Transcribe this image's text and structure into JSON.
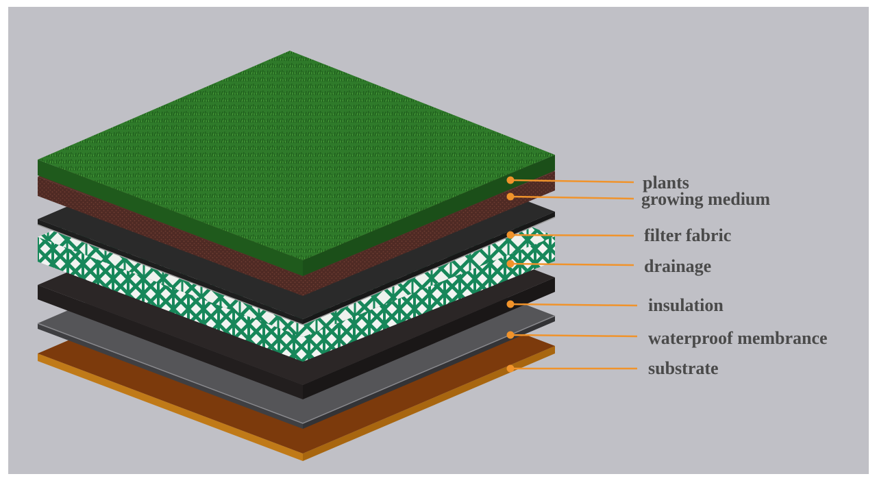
{
  "colors": {
    "background": "#c0c0c6",
    "leader_line": "#f0932b",
    "label_text": "#4a4a4a"
  },
  "layers": [
    {
      "id": "plants",
      "label": "plants",
      "icon": "grass-texture",
      "top_color": "#2f7a2a",
      "side_color": "#1f5a1c"
    },
    {
      "id": "growing",
      "label": "growing medium",
      "icon": "soil-texture",
      "top_color": "#5a2f28",
      "side_color": "#4a2620"
    },
    {
      "id": "filter",
      "label": "filter fabric",
      "icon": "fabric-sheet",
      "top_color": "#2a2a2a",
      "side_color": "#1e1e1e"
    },
    {
      "id": "drainage",
      "label": "drainage",
      "icon": "lattice-grid",
      "top_color": "#eef2ee",
      "side_color": "#17875a"
    },
    {
      "id": "insulation",
      "label": "insulation",
      "icon": "board-sheet",
      "top_color": "#2b2626",
      "side_color": "#221e1e"
    },
    {
      "id": "waterproof",
      "label": "waterproof membrance",
      "icon": "membrane-sheet",
      "top_color": "#555558",
      "side_color": "#3f3f42"
    },
    {
      "id": "substrate",
      "label": "substrate",
      "icon": "deck-board",
      "top_color": "#7c3a0c",
      "side_color": "#c07a18"
    }
  ]
}
